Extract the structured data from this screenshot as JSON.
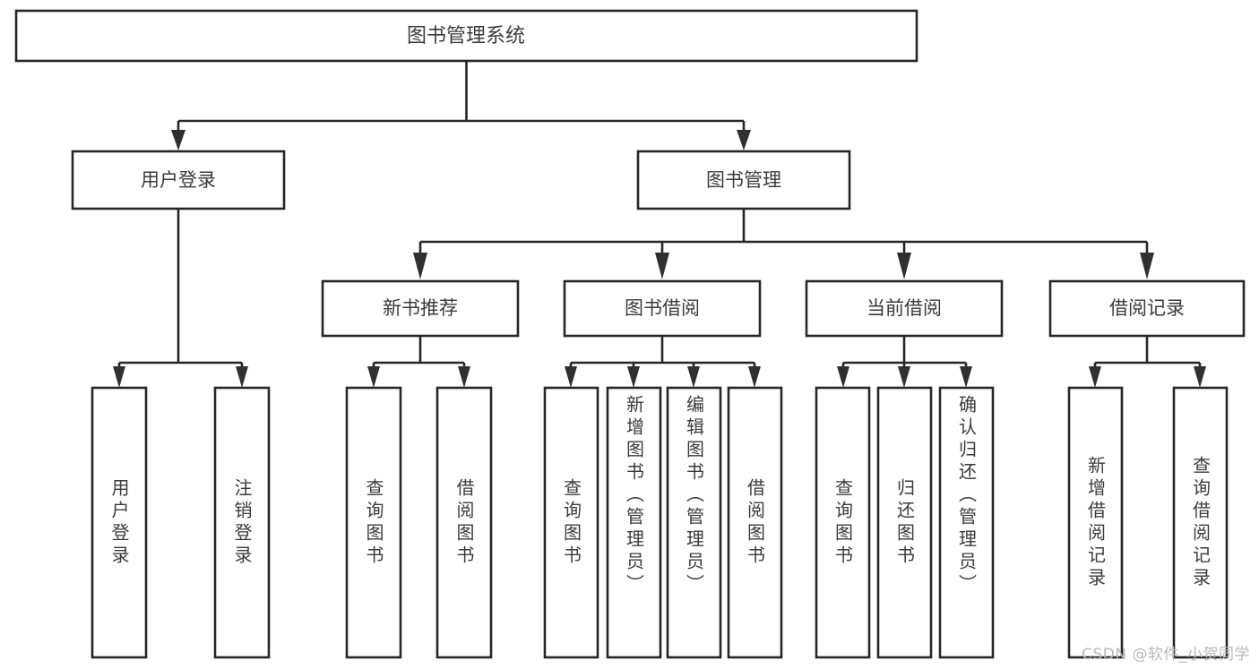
{
  "diagram": {
    "title": "图书管理系统",
    "type": "tree",
    "watermark": "CSDN @软件_小贺同学",
    "colors": {
      "box_stroke": "#262626",
      "box_fill": "#ffffff",
      "text": "#3b3b3b",
      "connector": "#262626",
      "watermark": "#b9b9b9",
      "background": "#ffffff"
    },
    "root": {
      "label": "图书管理系统"
    },
    "level2": [
      {
        "label": "用户登录"
      },
      {
        "label": "图书管理"
      }
    ],
    "level3": [
      {
        "label": "新书推荐"
      },
      {
        "label": "图书借阅"
      },
      {
        "label": "当前借阅"
      },
      {
        "label": "借阅记录"
      }
    ],
    "leaves": {
      "user_login": [
        {
          "label": "用户登录"
        },
        {
          "label": "注销登录"
        }
      ],
      "new_book_recommend": [
        {
          "label": "查询图书"
        },
        {
          "label": "借阅图书"
        }
      ],
      "book_borrow": [
        {
          "label": "查询图书"
        },
        {
          "label": "新增图书（管理员）"
        },
        {
          "label": "编辑图书（管理员）"
        },
        {
          "label": "借阅图书"
        }
      ],
      "current_borrow": [
        {
          "label": "查询图书"
        },
        {
          "label": "归还图书"
        },
        {
          "label": "确认归还（管理员）"
        }
      ],
      "borrow_record": [
        {
          "label": "新增借阅记录"
        },
        {
          "label": "查询借阅记录"
        }
      ]
    }
  }
}
